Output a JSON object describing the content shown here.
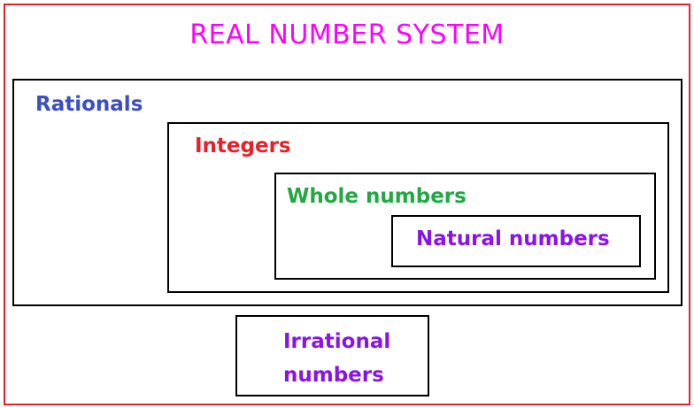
{
  "diagram": {
    "title": "REAL NUMBER SYSTEM",
    "sets": {
      "rationals": "Rationals",
      "integers": "Integers",
      "whole": "Whole numbers",
      "natural": "Natural numbers",
      "irrational_line1": "Irrational",
      "irrational_line2": "numbers"
    },
    "colors": {
      "title": "#ff00ff",
      "outer_border": "#e8202a",
      "rationals": "#3a4fc0",
      "integers": "#e8202a",
      "whole": "#21a844",
      "natural": "#8a14e6",
      "irrational": "#8a14e6",
      "box_border": "#000000"
    }
  }
}
